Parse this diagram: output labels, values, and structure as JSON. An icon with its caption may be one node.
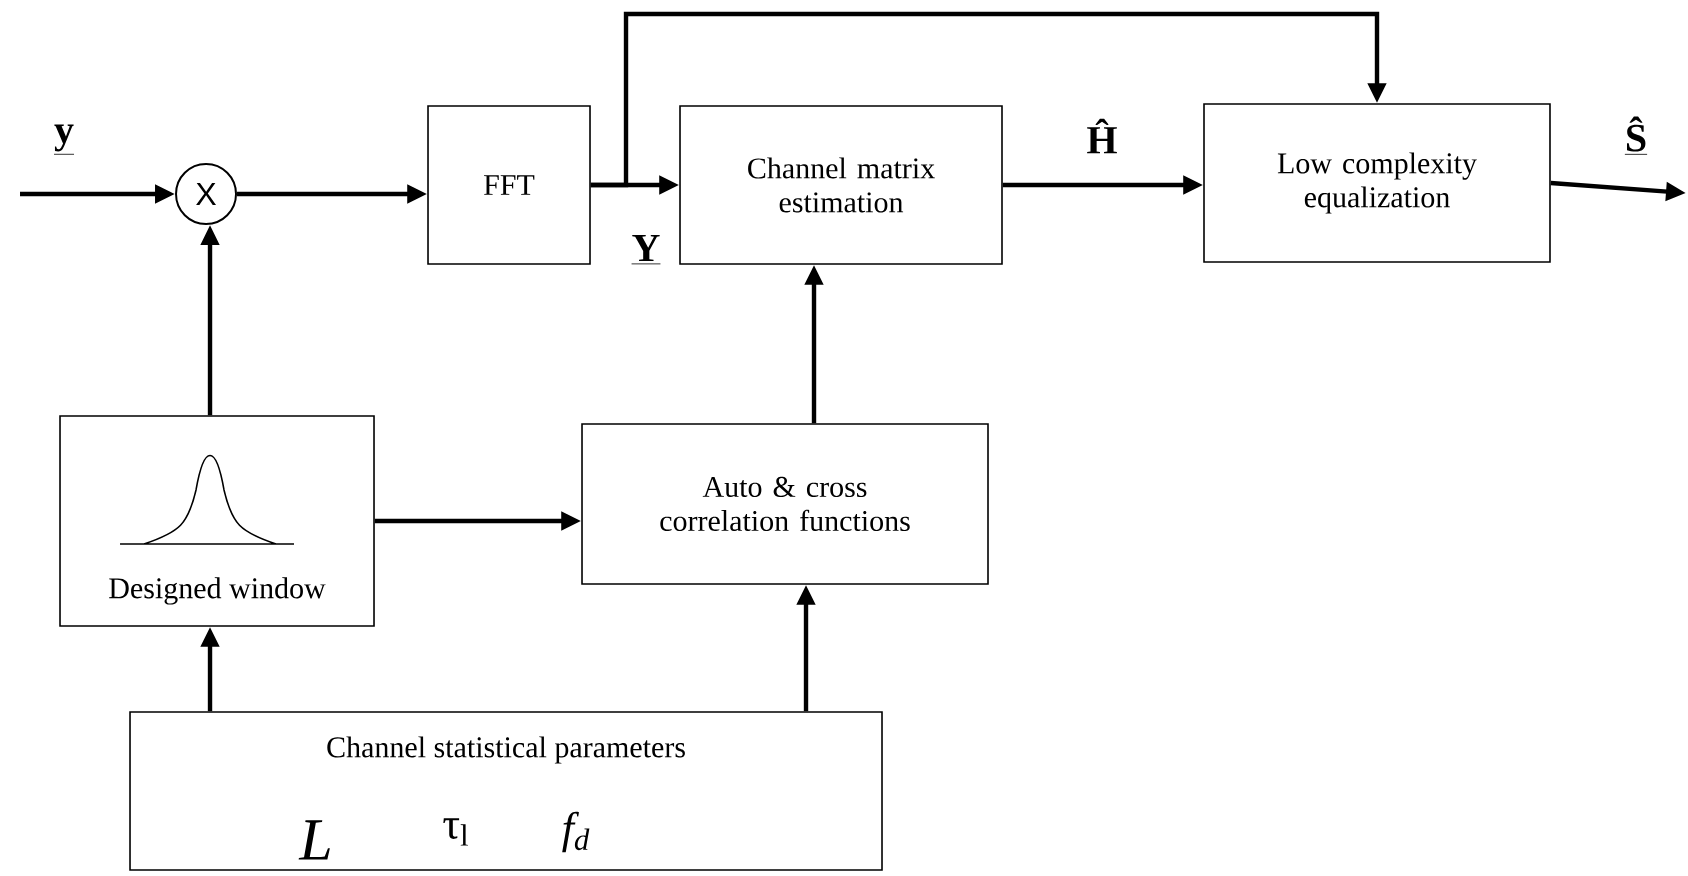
{
  "diagram": {
    "nodes": [
      {
        "text": [
          "X"
        ]
      },
      {
        "text": [
          "FFT"
        ]
      },
      {
        "text": [
          "Channel matrix estimation"
        ]
      },
      {
        "text": [
          "Low complexity equalization"
        ]
      },
      {
        "text": [
          "Designed window"
        ]
      },
      {
        "text": [
          "Auto & cross correlation functions"
        ]
      },
      {
        "text": [
          "Channel statistical parameters",
          "L",
          "τ$_{l}$",
          "f$_{d}$"
        ]
      }
    ],
    "edges": [
      {
        "from": null,
        "to": 0,
        "arrow": "to",
        "label": "y"
      },
      {
        "from": 0,
        "to": 1,
        "arrow": "to"
      },
      {
        "from": 1,
        "to": 2,
        "arrow": "to",
        "label": "Y"
      },
      {
        "from": 1,
        "to": 3,
        "arrow": "to"
      },
      {
        "from": 2,
        "to": 3,
        "arrow": "to",
        "label": "Ĥ"
      },
      {
        "from": 3,
        "to": null,
        "arrow": "to",
        "label": "Ŝ"
      },
      {
        "from": 4,
        "to": 0,
        "arrow": "to"
      },
      {
        "from": 4,
        "to": 5,
        "arrow": "to"
      },
      {
        "from": 5,
        "to": 2,
        "arrow": "to"
      },
      {
        "from": 6,
        "to": 4,
        "arrow": "to"
      },
      {
        "from": 6,
        "to": 5,
        "arrow": "to"
      }
    ]
  }
}
